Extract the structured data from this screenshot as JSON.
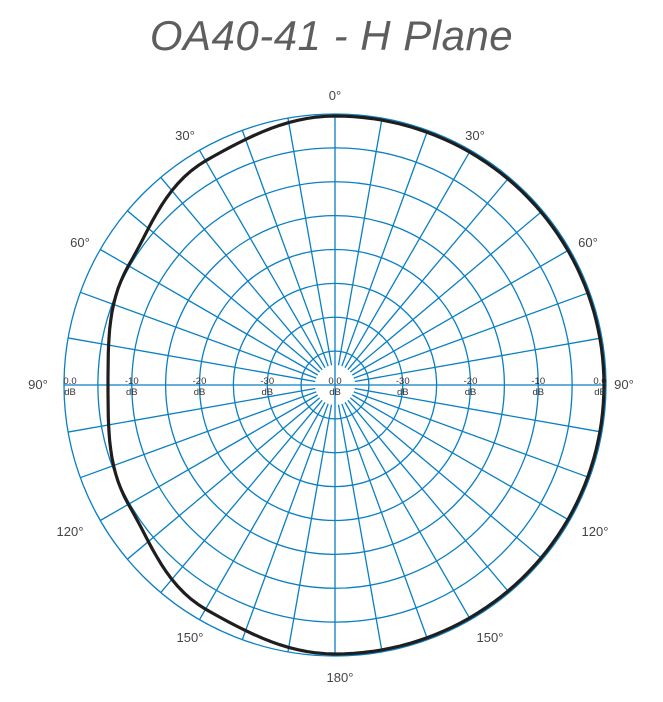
{
  "title": "OA40-41 - H Plane",
  "colors": {
    "grid": "#0a7fc2",
    "trace": "#1e1e1e",
    "text": "#444444",
    "title": "#5e5e5e"
  },
  "chart_data": {
    "type": "polar",
    "title": "OA40-41 - H Plane",
    "angle_labels": [
      {
        "angle": 0,
        "label": "0°"
      },
      {
        "angle": 30,
        "label": "30°"
      },
      {
        "angle": -30,
        "label": "30°"
      },
      {
        "angle": 60,
        "label": "60°"
      },
      {
        "angle": -60,
        "label": "60°"
      },
      {
        "angle": 90,
        "label": "90°"
      },
      {
        "angle": -90,
        "label": "90°"
      },
      {
        "angle": 120,
        "label": "120°"
      },
      {
        "angle": -120,
        "label": "120°"
      },
      {
        "angle": 150,
        "label": "150°"
      },
      {
        "angle": -150,
        "label": "150°"
      },
      {
        "angle": 180,
        "label": "180°"
      }
    ],
    "radial_labels": [
      "0.0",
      "-10",
      "-20",
      "-30",
      "0.0"
    ],
    "radial_unit": "dB",
    "radial_range_db": [
      -40,
      0
    ],
    "radial_ring_step_db": 5,
    "spoke_step_deg": 10,
    "series": [
      {
        "name": "H Plane",
        "angles_deg": [
          0,
          30,
          60,
          90,
          120,
          150,
          180,
          210,
          240,
          270,
          300,
          330
        ],
        "values_db": [
          0.0,
          0.0,
          0.0,
          0.0,
          0.0,
          0.0,
          0.0,
          -1.5,
          -4.5,
          -6.2,
          -4.5,
          -1.5
        ]
      }
    ]
  }
}
